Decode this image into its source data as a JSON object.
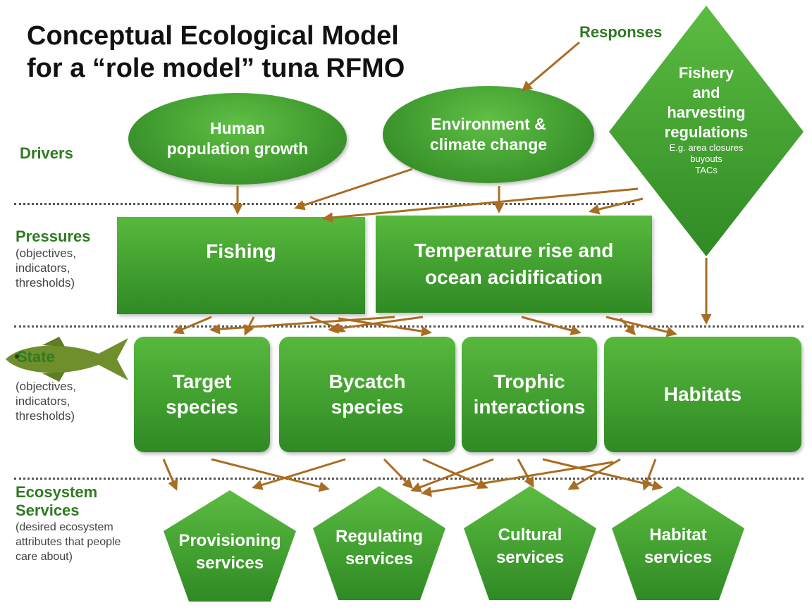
{
  "title": {
    "line1": "Conceptual Ecological Model",
    "line2": "for a “role model” tuna RFMO"
  },
  "responses_label": "Responses",
  "rows": {
    "drivers": {
      "label": "Drivers"
    },
    "pressures": {
      "label": "Pressures",
      "sub1": "(objectives,",
      "sub2": "indicators,",
      "sub3": "thresholds)"
    },
    "state": {
      "label": "State",
      "sub1": "(objectives,",
      "sub2": "indicators,",
      "sub3": "thresholds)"
    },
    "services": {
      "label1": "Ecosystem",
      "label2": "Services",
      "sub1": "(desired ecosystem",
      "sub2": "attributes that people",
      "sub3": "care about)"
    }
  },
  "drivers": [
    {
      "line1": "Human",
      "line2": "population growth"
    },
    {
      "line1": "Environment &",
      "line2": "climate change"
    }
  ],
  "response_node": {
    "line1": "Fishery",
    "line2": "and",
    "line3": "harvesting",
    "line4": "regulations",
    "sub1": "E.g. area closures",
    "sub2": "buyouts",
    "sub3": "TACs"
  },
  "pressures": [
    {
      "line1": "Fishing",
      "line2": ""
    },
    {
      "line1": "Temperature rise and",
      "line2": "ocean acidification"
    }
  ],
  "states": [
    {
      "line1": "Target",
      "line2": "species"
    },
    {
      "line1": "Bycatch",
      "line2": "species"
    },
    {
      "line1": "Trophic",
      "line2": "interactions"
    },
    {
      "line1": "Habitats",
      "line2": ""
    }
  ],
  "services": [
    {
      "line1": "Provisioning",
      "line2": "services"
    },
    {
      "line1": "Regulating",
      "line2": "services"
    },
    {
      "line1": "Cultural",
      "line2": "services"
    },
    {
      "line1": "Habitat",
      "line2": "services"
    }
  ],
  "colors": {
    "node_green": "#3f9a2e",
    "label_green": "#2f7a22",
    "arrow_brown": "#a86d22",
    "tuna_green": "#6f8f2c"
  },
  "icons": {
    "state_icon": "tuna-fish-icon"
  }
}
